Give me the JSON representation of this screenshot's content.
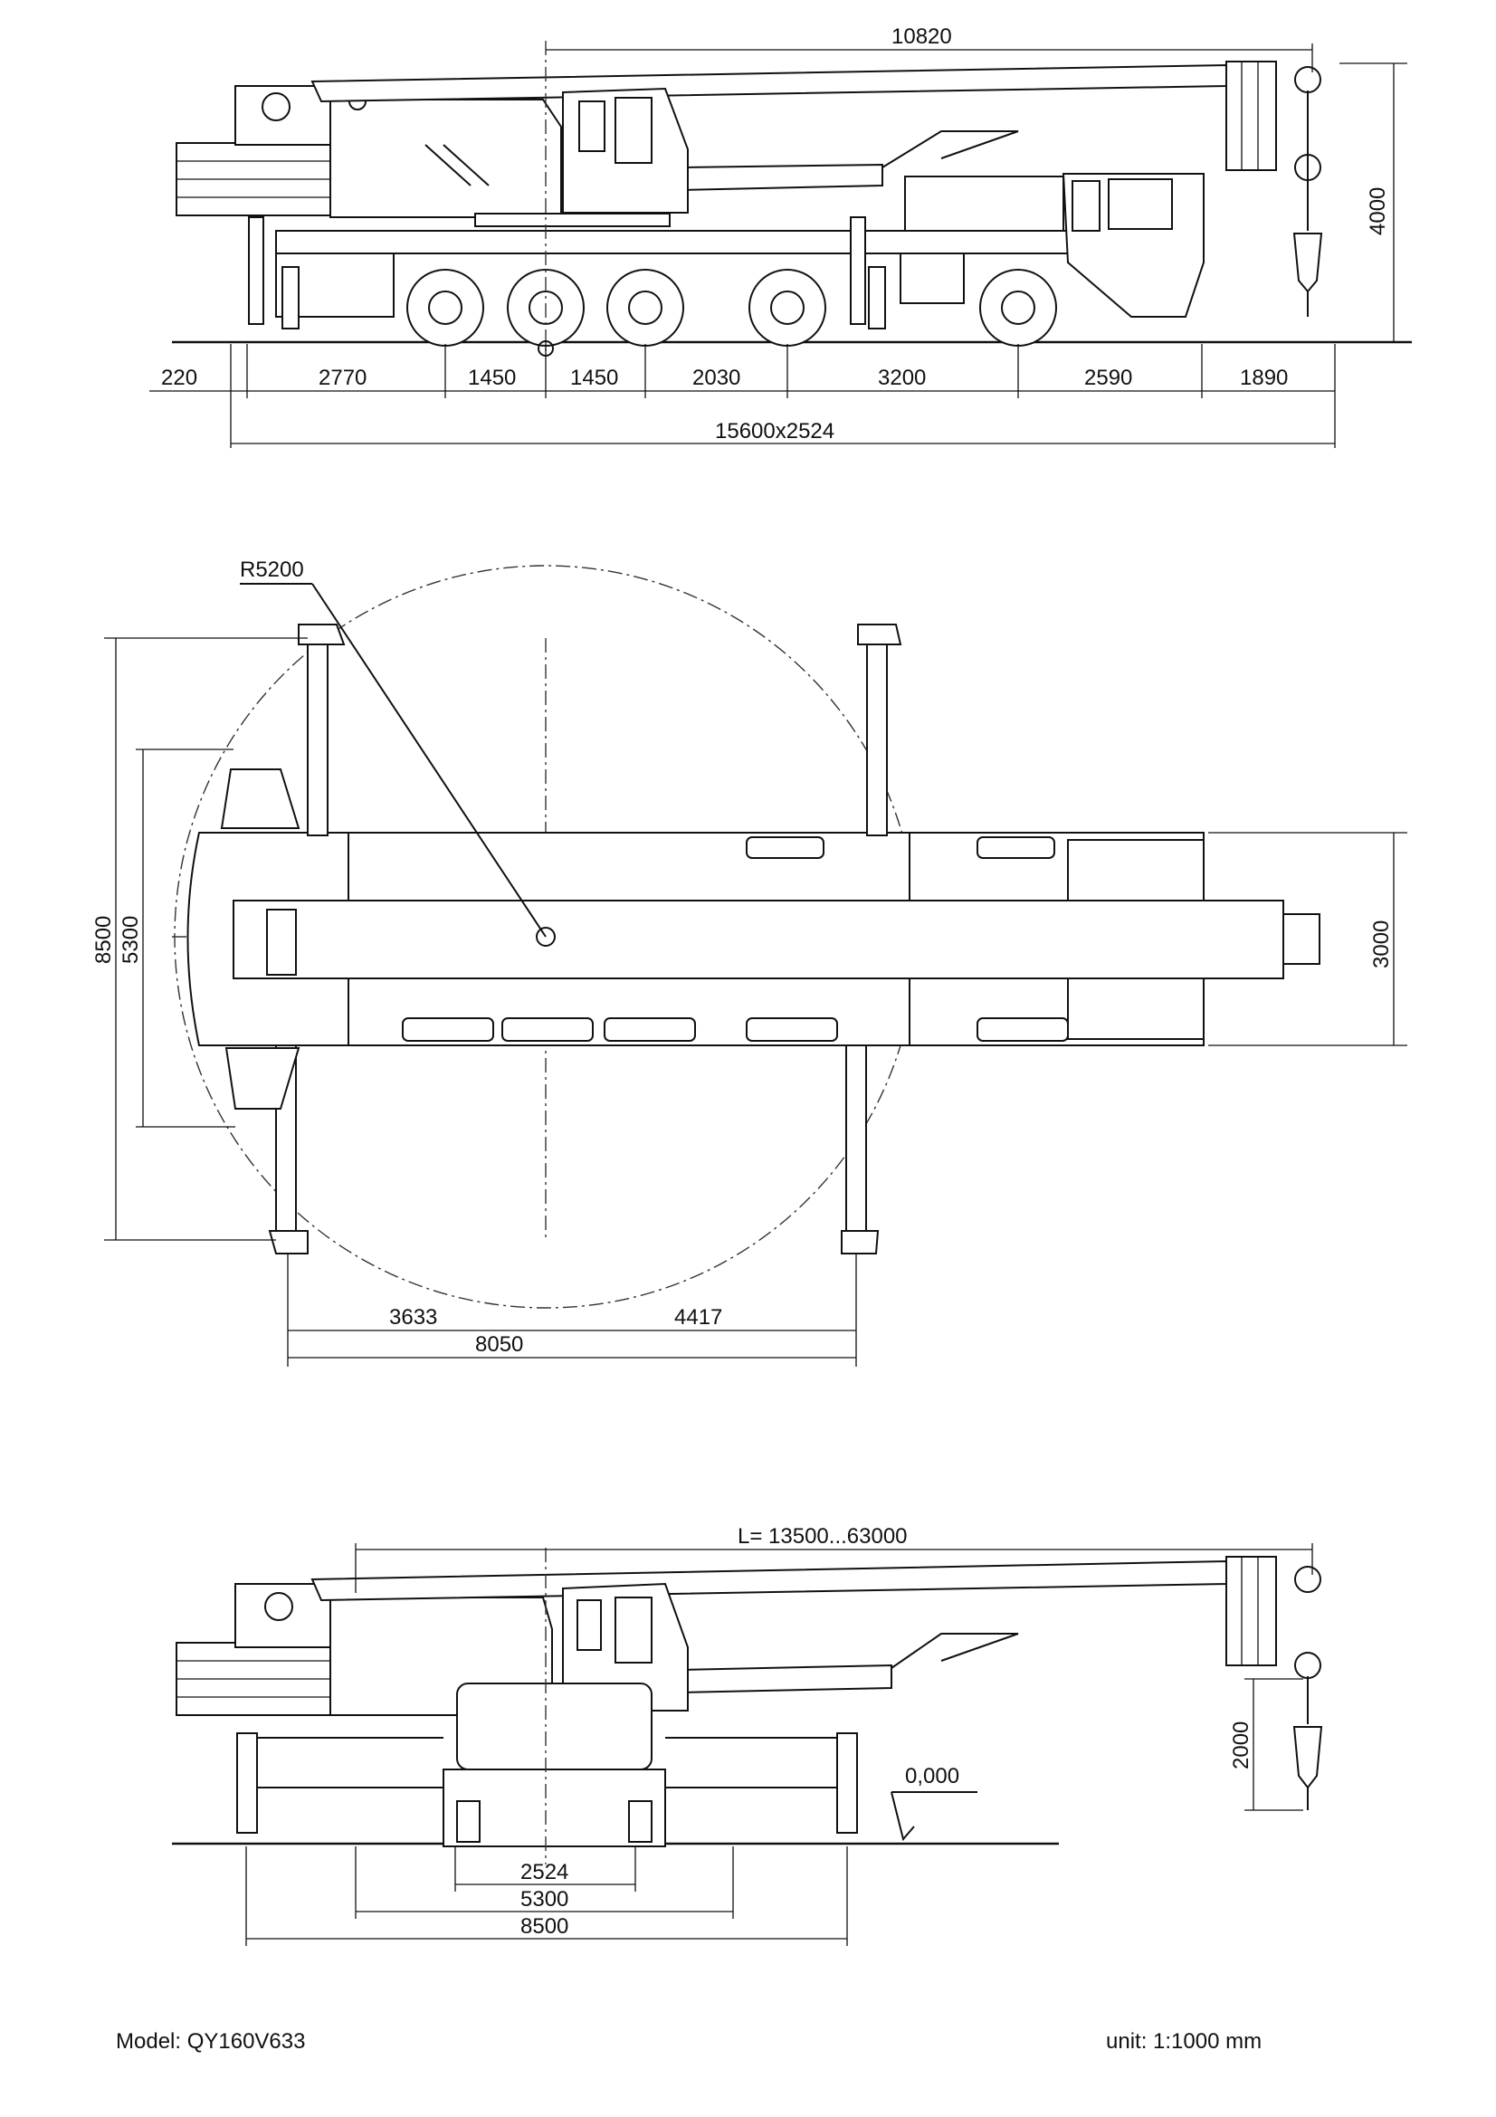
{
  "side_view": {
    "dims": {
      "boom_reach": "10820",
      "height": "4000",
      "overall": "15600x2524",
      "segments": [
        "220",
        "2770",
        "1450",
        "1450",
        "2030",
        "3200",
        "2590",
        "1890"
      ]
    }
  },
  "top_view": {
    "dims": {
      "radius": "R5200",
      "outrigger_span_long": "8500",
      "outrigger_span_mid": "5300",
      "width": "3000",
      "front_to_center": "3633",
      "center_to_rear": "4417",
      "outrigger_base": "8050"
    }
  },
  "front_view": {
    "dims": {
      "boom_length": "L= 13500...63000",
      "hook_height": "2000",
      "ground_level": "0,000",
      "track_width": "2524",
      "span_mid": "5300",
      "span_long": "8500"
    }
  },
  "footer": {
    "model": "Model: QY160V633",
    "unit": "unit: 1:1000 mm"
  }
}
